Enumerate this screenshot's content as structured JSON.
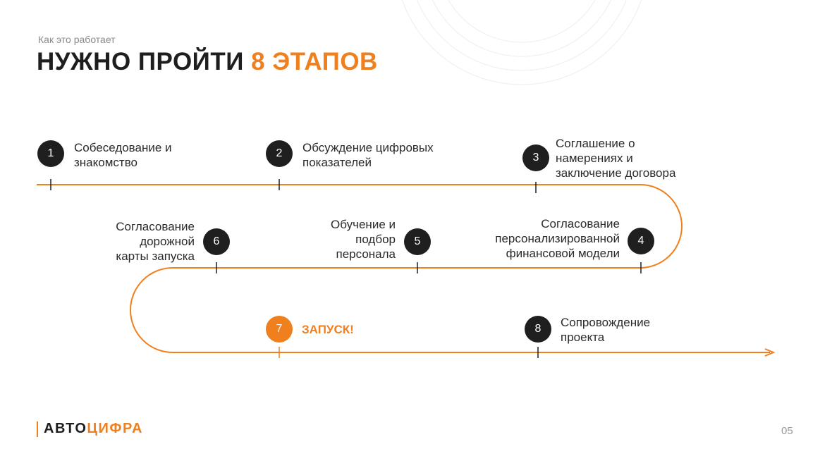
{
  "header": {
    "subtitle": "Как это работает",
    "title_main": "НУЖНО ПРОЙТИ ",
    "title_accent": "8 ЭТАПОВ"
  },
  "stages": [
    {
      "number": "1",
      "label": "Собеседование и\nзнакомство"
    },
    {
      "number": "2",
      "label": "Обсуждение цифровых\nпоказателей"
    },
    {
      "number": "3",
      "label": "Соглашение о\nнамерениях и\nзаключение договора"
    },
    {
      "number": "4",
      "label": "Согласование\nперсонализированной\nфинансовой модели"
    },
    {
      "number": "5",
      "label": "Обучение и\nподбор\nперсонала"
    },
    {
      "number": "6",
      "label": "Согласование\nдорожной\nкарты запуска"
    },
    {
      "number": "7",
      "label": "ЗАПУСК!"
    },
    {
      "number": "8",
      "label": "Сопровождение\nпроекта"
    }
  ],
  "footer": {
    "logo_part1": "АВТО",
    "logo_part2": "ЦИФРА",
    "page_number": "05"
  },
  "colors": {
    "accent": "#f07f1d",
    "dark": "#1f1f1f"
  }
}
